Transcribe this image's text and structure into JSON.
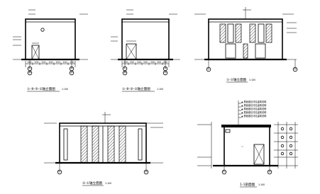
{
  "drawing": {
    "elevations": [
      {
        "id": "elev-a",
        "caption": "①-⑧-⑨-②轴立面图",
        "scale": "1:100",
        "axis_labels": [
          "①",
          "⑧",
          "⑨",
          "②"
        ],
        "dims": [
          "200",
          "200",
          "200",
          "200",
          "200",
          "200",
          "200"
        ]
      },
      {
        "id": "elev-b",
        "caption": "①-⑧-⑨-②轴立面图",
        "scale": "1:100",
        "axis_labels": [
          "①",
          "⑧",
          "⑨",
          "②"
        ],
        "dims": [
          "200",
          "200",
          "200",
          "200",
          "200",
          "200",
          "200"
        ]
      },
      {
        "id": "elev-c",
        "caption": "①-②轴立面图",
        "scale": "1:100",
        "axis_labels": [
          "①",
          "②"
        ]
      },
      {
        "id": "elev-d",
        "caption": "②-①轴立面图",
        "scale": "1:100",
        "axis_labels": [
          "①",
          "②"
        ]
      }
    ],
    "section": {
      "id": "section-1",
      "caption": "1-1剖面图",
      "scale": "1:100",
      "axis_labels": [
        "①",
        "②"
      ],
      "notes": [
        "▲ 屋面做法详见建筑说明",
        "▲ 屋面做法详见建筑说明",
        "▲ 屋面做法详见建筑说明",
        "▲ 屋面做法详见建筑说明",
        "▲ 屋面做法详见建筑说明"
      ]
    }
  }
}
